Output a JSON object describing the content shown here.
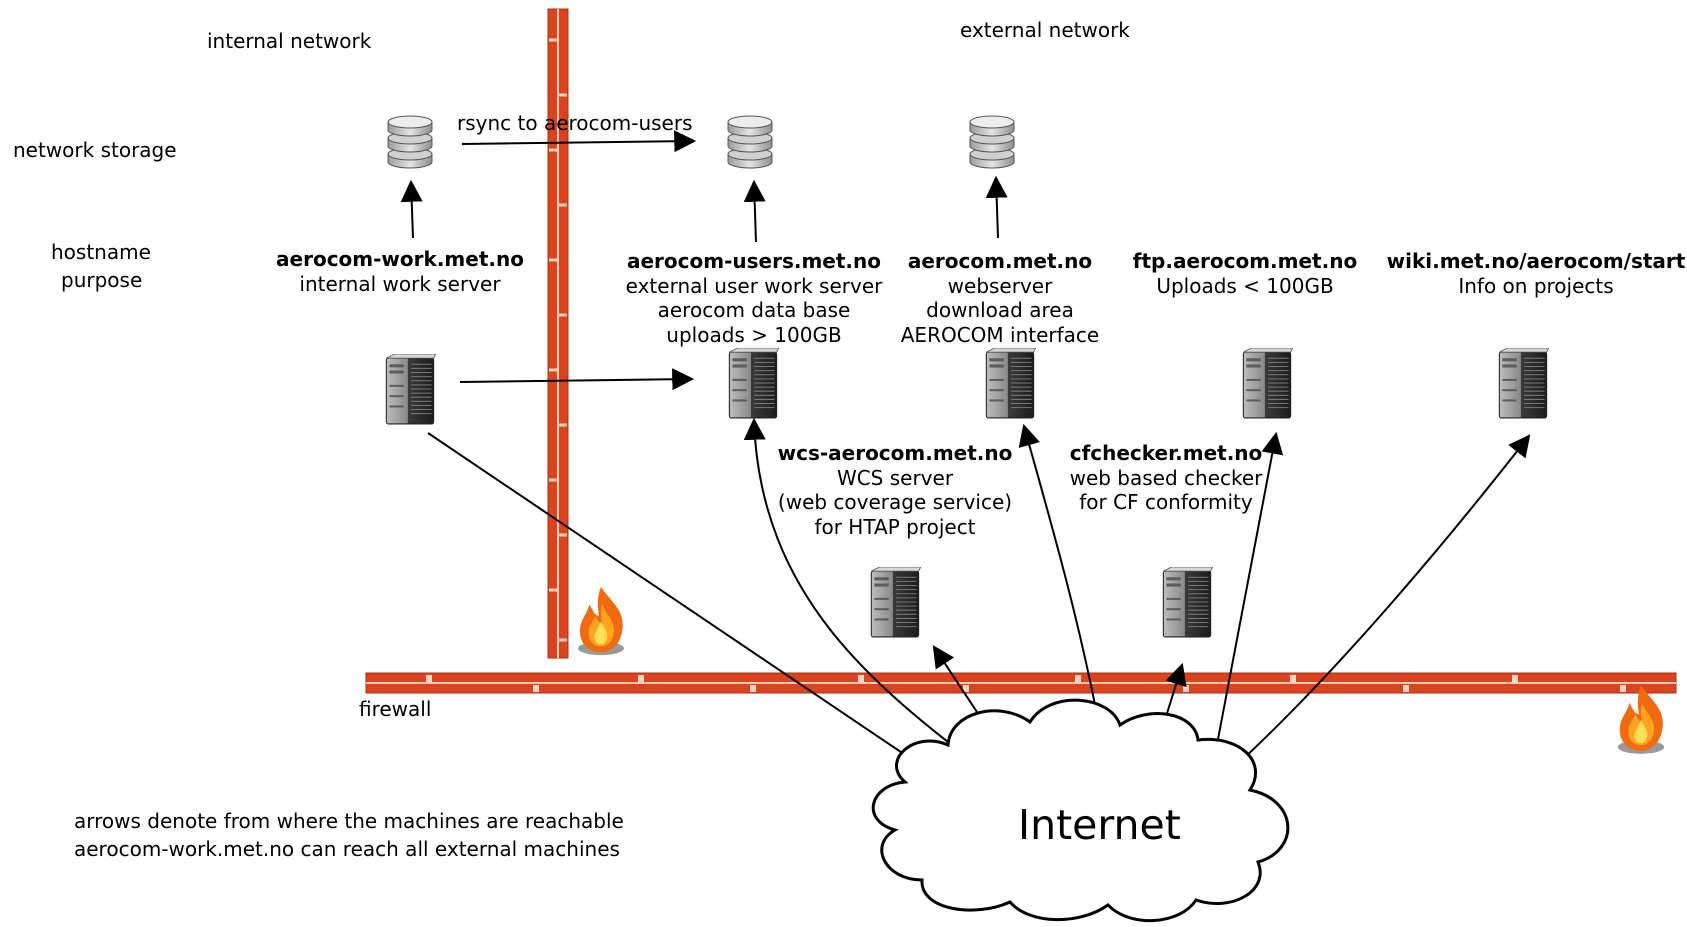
{
  "zones": {
    "internal": "internal network",
    "external": "external network",
    "firewall": "firewall"
  },
  "legend": {
    "network_storage": "network storage",
    "hostname": "hostname",
    "purpose": "purpose"
  },
  "rsync_label": "rsync to aerocom-users",
  "hosts": {
    "work": {
      "name": "aerocom-work.met.no",
      "lines": [
        "internal work server"
      ]
    },
    "users": {
      "name": "aerocom-users.met.no",
      "lines": [
        "external user work server",
        "aerocom data base",
        "uploads > 100GB"
      ]
    },
    "main": {
      "name": "aerocom.met.no",
      "lines": [
        "webserver",
        "download area",
        "AEROCOM interface"
      ]
    },
    "ftp": {
      "name": "ftp.aerocom.met.no",
      "lines": [
        "Uploads < 100GB"
      ]
    },
    "wiki": {
      "name": "wiki.met.no/aerocom/start",
      "lines": [
        "Info on projects"
      ]
    },
    "wcs": {
      "name": "wcs-aerocom.met.no",
      "lines": [
        "WCS server",
        "(web coverage service)",
        "for HTAP project"
      ]
    },
    "cf": {
      "name": "cfchecker.met.no",
      "lines": [
        "web based checker",
        "for CF conformity"
      ]
    }
  },
  "internet": "Internet",
  "notes": [
    "arrows denote from where the machines are reachable",
    "aerocom-work.met.no can reach all external machines"
  ],
  "colors": {
    "wall": "#d9441f",
    "wall_dark": "#b02e10",
    "mortar": "#f6d3c4",
    "server_dark": "#2f2f2f",
    "server_light": "#9a9a9a",
    "disk": "#c8c8c8",
    "flame_outer": "#f07a12",
    "flame_inner": "#ffd23b"
  }
}
